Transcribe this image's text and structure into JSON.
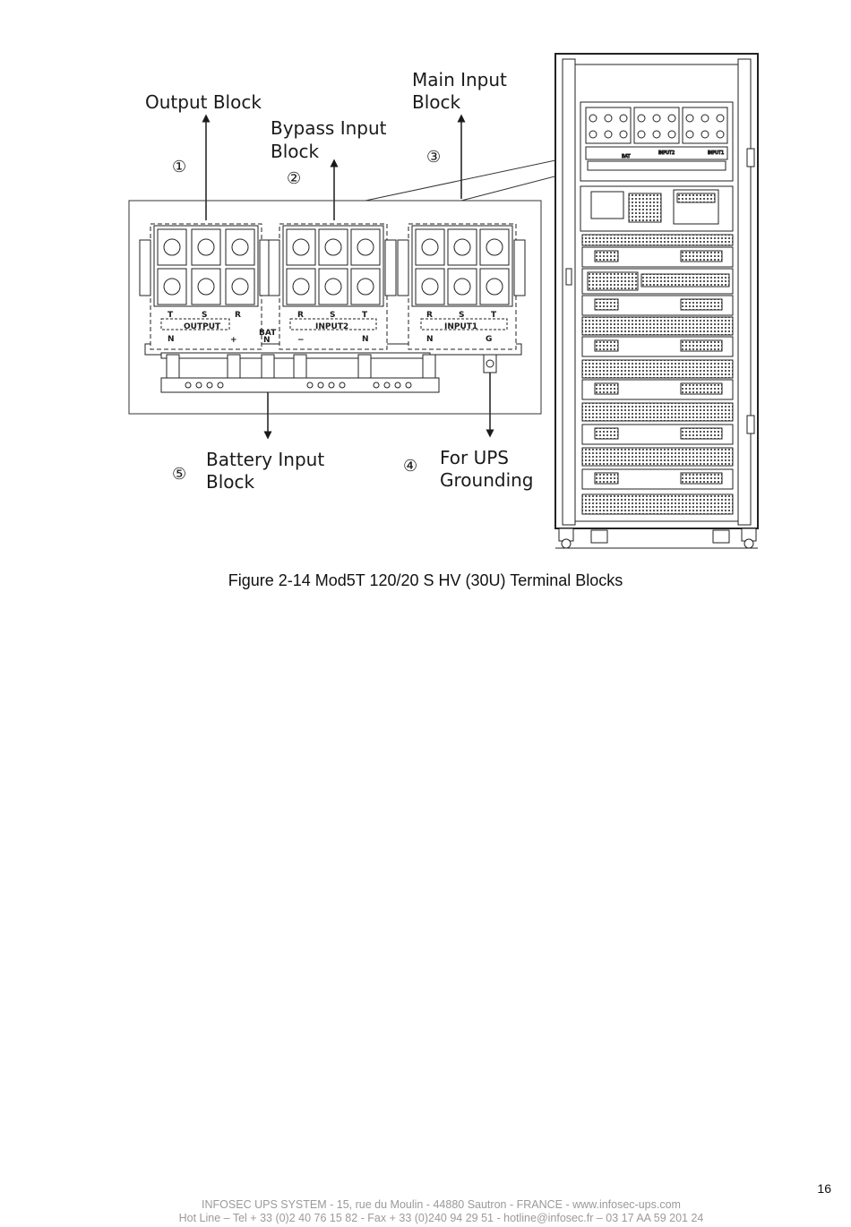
{
  "figure": {
    "labels": {
      "output": "Output Block",
      "bypass_1": "Bypass Input",
      "bypass_2": "Block",
      "main_1": "Main Input",
      "main_2": "Block",
      "battery_1": "Battery Input",
      "battery_2": "Block",
      "ground_1": "For UPS",
      "ground_2": "Grounding"
    },
    "markers": {
      "m1": "①",
      "m2": "②",
      "m3": "③",
      "m4": "④",
      "m5": "⑤"
    },
    "terminals": {
      "output": {
        "top": [
          "T",
          "S",
          "R"
        ],
        "name": "OUTPUT",
        "bottom_left": "N",
        "bottom_right": "+"
      },
      "bat": {
        "top": "BAT",
        "mid": "N"
      },
      "input2": {
        "top": [
          "R",
          "S",
          "T"
        ],
        "name": "INPUT2",
        "bottom_left": "−",
        "bottom_right": "N"
      },
      "input1": {
        "top": [
          "R",
          "S",
          "T"
        ],
        "name": "INPUT1",
        "bottom_left": "N",
        "bottom_right": "G"
      }
    },
    "cabinet_mini": {
      "bat": "BAT",
      "input2": "INPUT2",
      "input1": "INPUT1"
    }
  },
  "caption": "Figure 2-14 Mod5T 120/20 S HV (30U) Terminal Blocks",
  "page_number": "16",
  "footer": {
    "line1": "INFOSEC UPS SYSTEM - 15, rue du Moulin - 44880 Sautron - FRANCE - www.infosec-ups.com",
    "line2": "Hot Line – Tel + 33 (0)2 40 76 15 82 - Fax + 33 (0)240 94 29 51 - hotline@infosec.fr – 03 17 AA 59 201 24"
  }
}
